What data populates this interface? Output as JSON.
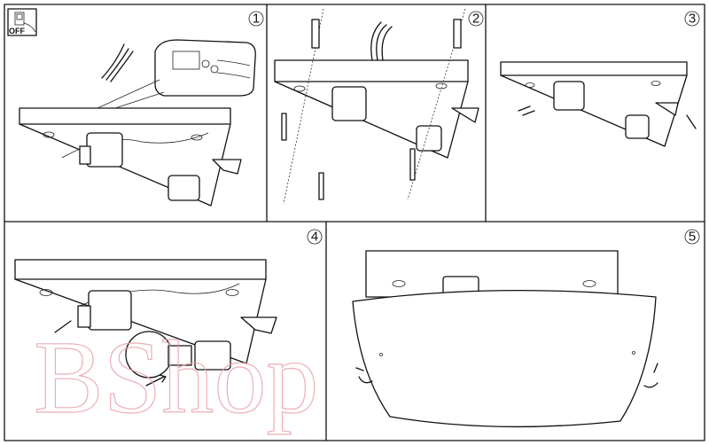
{
  "power_switch": {
    "label": "OFF",
    "icon": "power-switch-off-icon"
  },
  "steps": [
    {
      "number": "1",
      "description_icon": "wiring-connection"
    },
    {
      "number": "2",
      "description_icon": "drill-and-plug"
    },
    {
      "number": "3",
      "description_icon": "screw-mount"
    },
    {
      "number": "4",
      "description_icon": "insert-bulb"
    },
    {
      "number": "5",
      "description_icon": "attach-shade"
    }
  ],
  "watermark": "BShop"
}
